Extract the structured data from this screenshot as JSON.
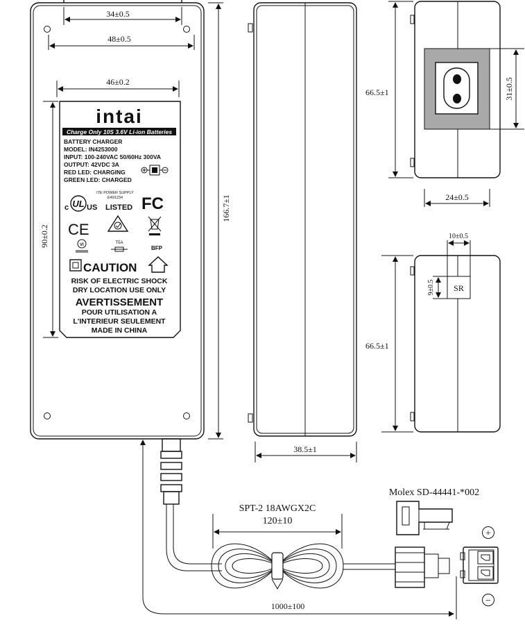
{
  "dimensions": {
    "top_width_inner": "34±0.5",
    "top_width_outer": "48±0.5",
    "label_width": "46±0.2",
    "label_height": "90±0.2",
    "body_length": "166.7±1",
    "body_depth": "38.5±1",
    "end_height_top": "66.5±1",
    "end_height_bottom": "66.5±1",
    "socket_height": "31±0.5",
    "socket_width": "24±0.5",
    "sr_width": "10±0.5",
    "sr_height": "9±0.5",
    "cord_total": "1000±100"
  },
  "label": {
    "brand": "intai",
    "tagline": "Charge Only 10S 3.6V Li-ion Batteries",
    "lines": [
      "BATTERY CHARGER",
      "MODEL: IN4253000",
      "INPUT: 100-240VAC 50/60Hz  300VA",
      "OUTPUT: 42VDC 3A",
      "RED LED: CHARGING",
      "GREEN LED: CHARGED"
    ],
    "ite_line1": "ITE POWER SUPPLY",
    "ite_line2": "E491234",
    "ul_listed": "LISTED",
    "ul_us": "US",
    "ul_c": "c",
    "fc": "FC",
    "ce": "CE",
    "vi": "VI",
    "fuse": "T5A",
    "bfp": "BFP",
    "caution": "CAUTION",
    "warn_lines": [
      "RISK OF ELECTRIC SHOCK",
      "DRY LOCATION USE ONLY"
    ],
    "avert": "AVERTISSEMENT",
    "fr_lines": [
      "POUR UTILISATION A",
      "L'INTERIEUR SEULEMENT",
      "MADE IN CHINA"
    ]
  },
  "sr_label": "SR",
  "cable": {
    "type": "SPT-2 18AWGX2C",
    "loop_length": "120±10"
  },
  "connector": {
    "name": "Molex SD-44441-*002",
    "plus": "+",
    "minus": "−"
  }
}
